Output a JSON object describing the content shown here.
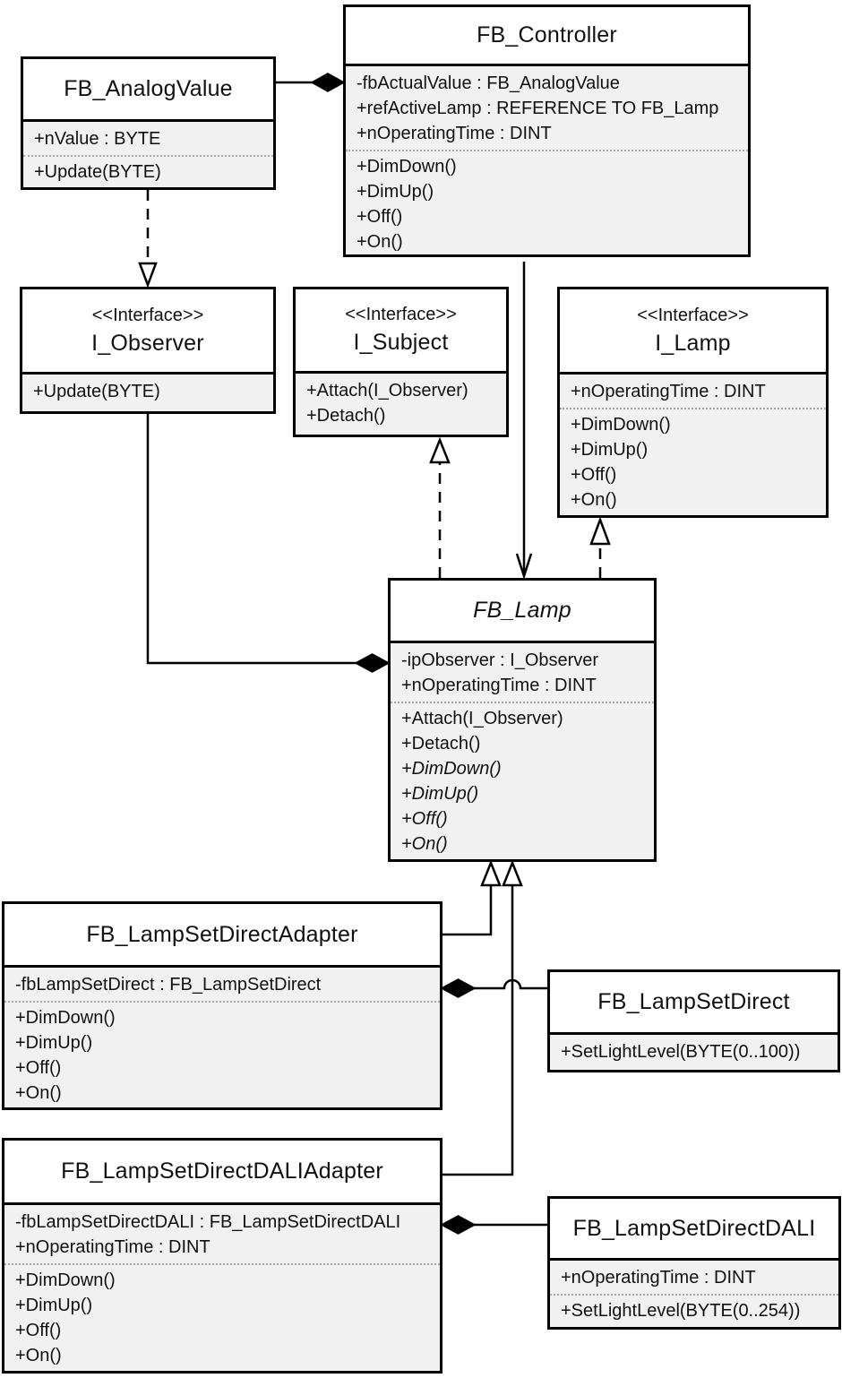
{
  "diagram": {
    "kind": "uml-class-diagram",
    "colors": {
      "background": "#ffffff",
      "box_border": "#000000",
      "title_background": "#ffffff",
      "members_background": "#f1f1f1",
      "member_divider": "#a6a6a6"
    }
  },
  "classes": {
    "fb_analog_value": {
      "title": "FB_AnalogValue",
      "attributes": [
        "+nValue : BYTE"
      ],
      "methods": [
        "+Update(BYTE)"
      ]
    },
    "fb_controller": {
      "title": "FB_Controller",
      "attributes": [
        "-fbActualValue : FB_AnalogValue",
        "+refActiveLamp : REFERENCE TO FB_Lamp",
        "+nOperatingTime : DINT"
      ],
      "methods": [
        "+DimDown()",
        "+DimUp()",
        "+Off()",
        "+On()"
      ]
    },
    "i_observer": {
      "stereotype": "<<Interface>>",
      "title": "I_Observer",
      "methods": [
        "+Update(BYTE)"
      ]
    },
    "i_subject": {
      "stereotype": "<<Interface>>",
      "title": "I_Subject",
      "methods": [
        "+Attach(I_Observer)",
        "+Detach()"
      ]
    },
    "i_lamp": {
      "stereotype": "<<Interface>>",
      "title": "I_Lamp",
      "attributes": [
        "+nOperatingTime : DINT"
      ],
      "methods": [
        "+DimDown()",
        "+DimUp()",
        "+Off()",
        "+On()"
      ]
    },
    "fb_lamp": {
      "title": "FB_Lamp",
      "abstract": true,
      "attributes": [
        "-ipObserver : I_Observer",
        "+nOperatingTime : DINT"
      ],
      "methods": [
        "+Attach(I_Observer)",
        "+Detach()",
        "+DimDown()",
        "+DimUp()",
        "+Off()",
        "+On()"
      ]
    },
    "fb_lampsetdirectadapter": {
      "title": "FB_LampSetDirectAdapter",
      "attributes": [
        "-fbLampSetDirect : FB_LampSetDirect"
      ],
      "methods": [
        "+DimDown()",
        "+DimUp()",
        "+Off()",
        "+On()"
      ]
    },
    "fb_lampsetdirect": {
      "title": "FB_LampSetDirect",
      "methods": [
        "+SetLightLevel(BYTE(0..100))"
      ]
    },
    "fb_lampsetdirectdaliadapter": {
      "title": "FB_LampSetDirectDALIAdapter",
      "attributes": [
        "-fbLampSetDirectDALI : FB_LampSetDirectDALI",
        "+nOperatingTime : DINT"
      ],
      "methods": [
        "+DimDown()",
        "+DimUp()",
        "+Off()",
        "+On()"
      ]
    },
    "fb_lampsetdirectdali": {
      "title": "FB_LampSetDirectDALI",
      "attributes": [
        "+nOperatingTime : DINT"
      ],
      "methods": [
        "+SetLightLevel(BYTE(0..254))"
      ]
    }
  },
  "relationships": [
    {
      "from": "FB_AnalogValue",
      "to": "FB_Controller",
      "type": "composition"
    },
    {
      "from": "FB_AnalogValue",
      "to": "I_Observer",
      "type": "realization"
    },
    {
      "from": "FB_Controller",
      "to": "FB_Lamp",
      "type": "directed-association"
    },
    {
      "from": "FB_Lamp",
      "to": "I_Subject",
      "type": "realization"
    },
    {
      "from": "FB_Lamp",
      "to": "I_Lamp",
      "type": "realization"
    },
    {
      "from": "I_Observer",
      "to": "FB_Lamp",
      "type": "composition"
    },
    {
      "from": "FB_LampSetDirectAdapter",
      "to": "FB_Lamp",
      "type": "generalization"
    },
    {
      "from": "FB_LampSetDirectDALIAdapter",
      "to": "FB_Lamp",
      "type": "generalization"
    },
    {
      "from": "FB_LampSetDirect",
      "to": "FB_LampSetDirectAdapter",
      "type": "composition"
    },
    {
      "from": "FB_LampSetDirectDALI",
      "to": "FB_LampSetDirectDALIAdapter",
      "type": "composition"
    }
  ]
}
